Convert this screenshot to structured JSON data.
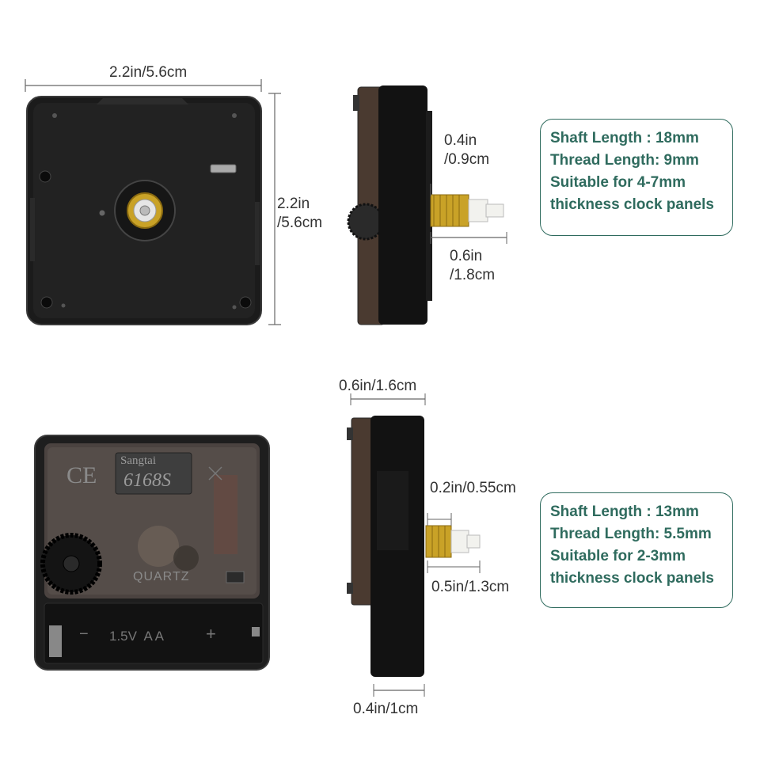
{
  "top_section": {
    "width_label": "2.2in/5.6cm",
    "height_label_line1": "2.2in",
    "height_label_line2": "/5.6cm",
    "depth_label_line1": "0.4in",
    "depth_label_line2": "/0.9cm",
    "shaft_label_line1": "0.6in",
    "shaft_label_line2": "/1.8cm",
    "spec": {
      "shaft_length": "Shaft Length : 18mm",
      "thread_length": "Thread Length:  9mm",
      "suitable_line1": "Suitable for 4-7mm",
      "suitable_line2": "thickness clock panels"
    }
  },
  "bottom_section": {
    "body_width_label": "0.6in/1.6cm",
    "thread_label": "0.2in/0.55cm",
    "shaft_label": "0.5in/1.3cm",
    "base_label": "0.4in/1cm",
    "spec": {
      "shaft_length": "Shaft Length : 13mm",
      "thread_length": "Thread Length:  5.5mm",
      "suitable_line1": "Suitable for 2-3mm",
      "suitable_line2": "thickness clock panels"
    }
  },
  "movement_markings": {
    "brand": "Sangtai",
    "model": "6168S",
    "ce": "CE",
    "quartz": "QUARTZ",
    "battery": "1.5V  A A",
    "minus": "−",
    "plus": "+"
  },
  "colors": {
    "spec_text": "#2f6b5e",
    "spec_border": "#2f6b5e",
    "body_dark": "#1a1a1a",
    "brass": "#c9a227"
  }
}
